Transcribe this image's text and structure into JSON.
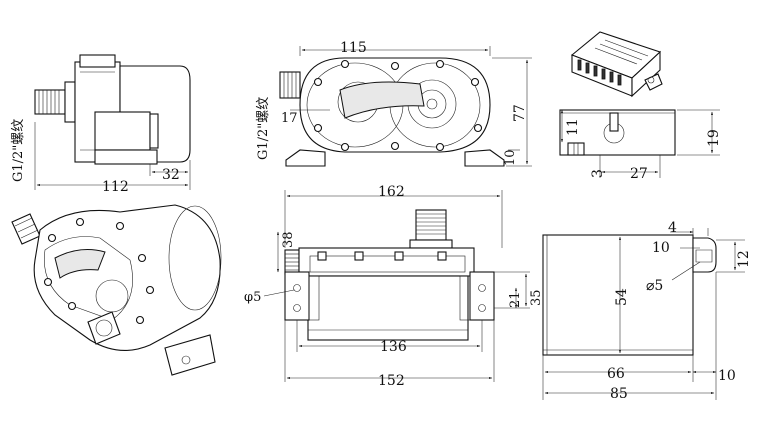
{
  "drawing": {
    "side_view": {
      "thread_label": "G1/2\"螺纹",
      "dim_total_length": "112",
      "dim_outlet_width": "32"
    },
    "front_view": {
      "thread_label": "G1/2\"螺纹",
      "dim_width": "115",
      "dim_height": "77",
      "dim_inlet": "17",
      "dim_foot": "10"
    },
    "connector_view": {
      "dim_height": "19",
      "dim_tab": "11",
      "dim_width": "27",
      "dim_small": "3"
    },
    "top_view": {
      "dim_total_length": "162",
      "dim_body_length": "152",
      "dim_hole_spacing": "136",
      "dim_inlet": "38",
      "dim_mount_a": "21",
      "dim_mount_b": "35",
      "hole_dia": "φ5"
    },
    "foot_view": {
      "dim_height": "54",
      "dim_tab_width": "4",
      "dim_slot": "10",
      "dim_slot_height": "12",
      "hole_dia": "⌀5",
      "dim_width_inner": "66",
      "dim_width_outer": "85",
      "dim_tab": "10"
    }
  },
  "colors": {
    "line": "#111111",
    "background": "#ffffff",
    "shade": "#e8e8e8"
  }
}
